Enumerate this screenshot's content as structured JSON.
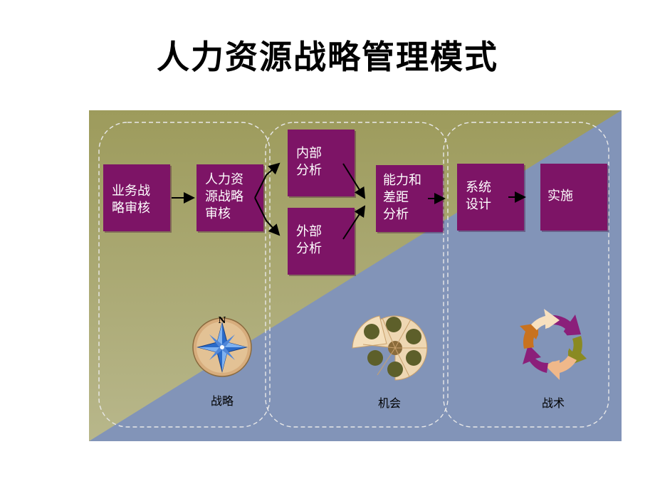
{
  "title": "人力资源战略管理模式",
  "colors": {
    "olive": "#9e9c5f",
    "blue": "#7f90b6",
    "box": "#7d1466"
  },
  "boxes": {
    "business_review": "业务战\n略审核",
    "hr_review": "人力资\n源战略\n审核",
    "internal": "内部\n分析",
    "external": "外部\n分析",
    "gap": "能力和\n差距\n分析",
    "system": "系统\n设计",
    "implement": "实施"
  },
  "icons": {
    "strategy": {
      "name": "compass-rose-icon",
      "label": "战略",
      "letter": "N"
    },
    "opportunity": {
      "name": "pie-wheel-icon",
      "label": "机会"
    },
    "tactics": {
      "name": "cycle-arrows-icon",
      "label": "战术"
    }
  }
}
